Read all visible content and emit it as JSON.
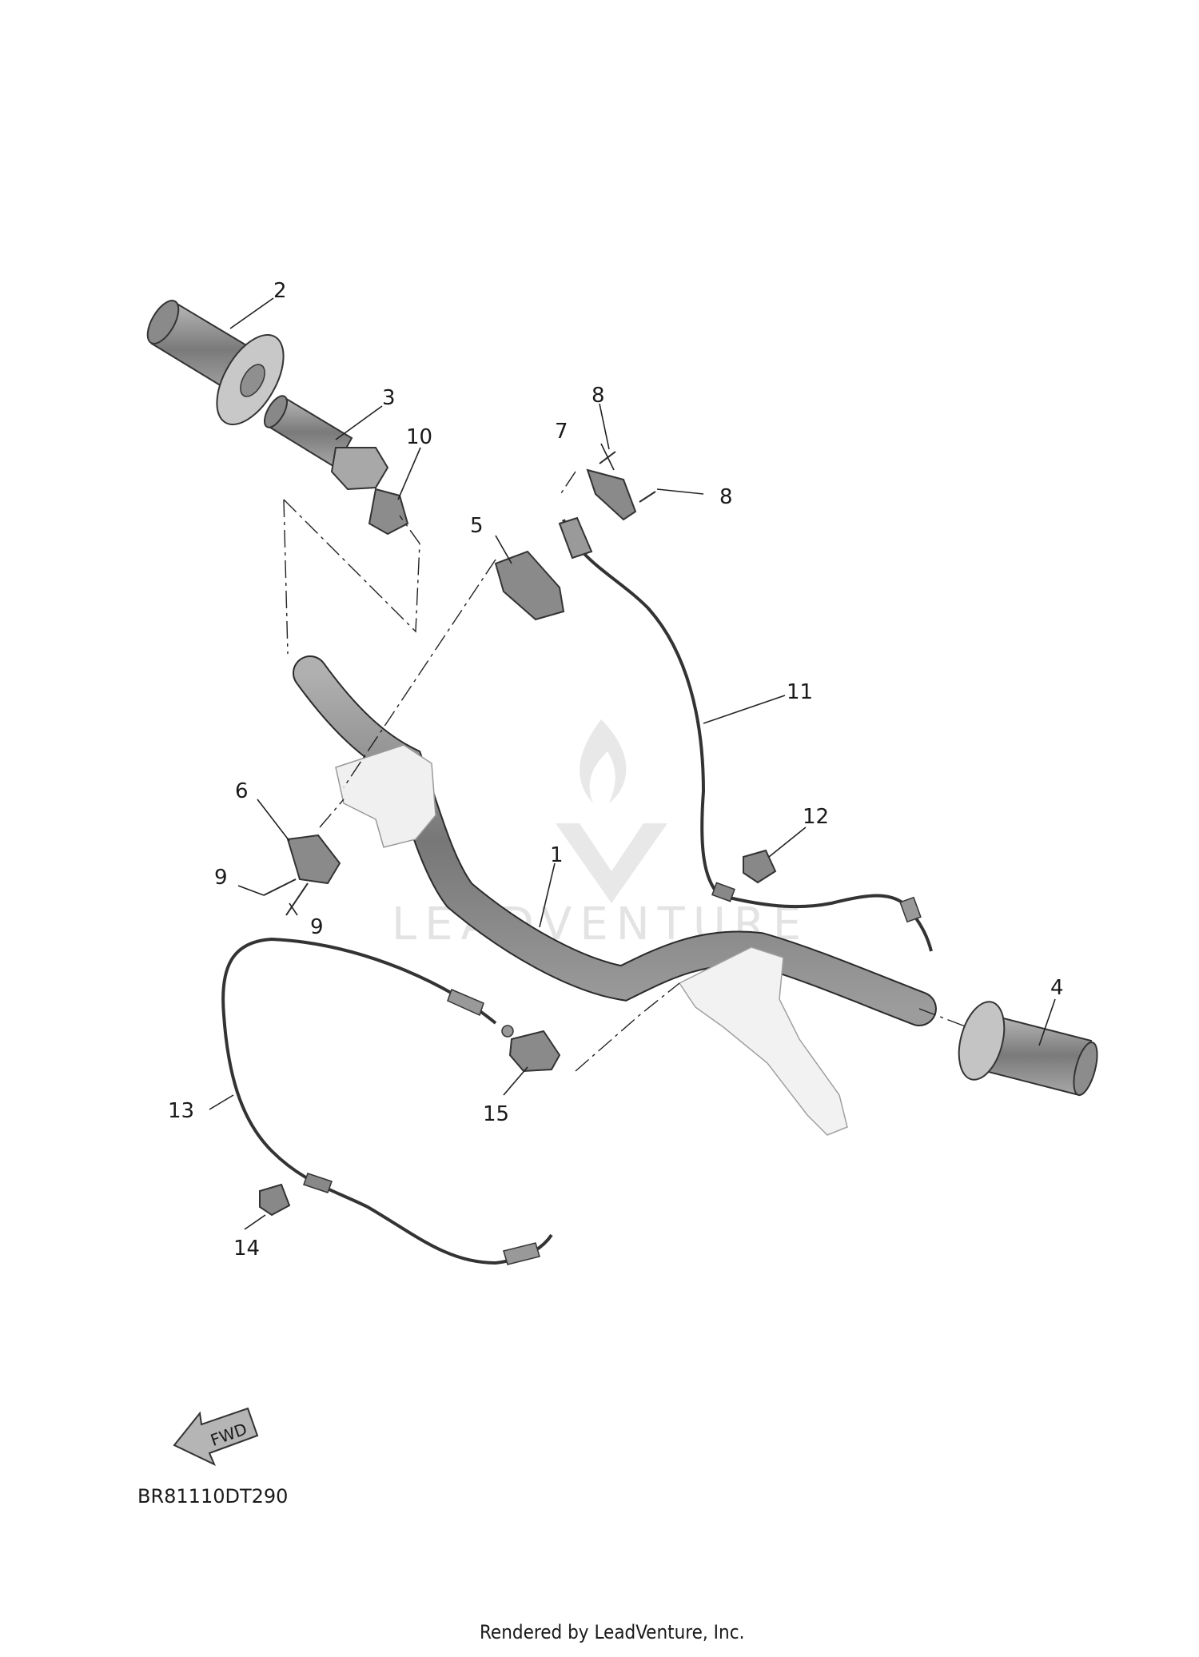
{
  "callouts": [
    {
      "id": "1",
      "label": "1"
    },
    {
      "id": "2",
      "label": "2"
    },
    {
      "id": "3",
      "label": "3"
    },
    {
      "id": "4",
      "label": "4"
    },
    {
      "id": "5",
      "label": "5"
    },
    {
      "id": "6",
      "label": "6"
    },
    {
      "id": "7",
      "label": "7"
    },
    {
      "id": "8a",
      "label": "8"
    },
    {
      "id": "8b",
      "label": "8"
    },
    {
      "id": "9a",
      "label": "9"
    },
    {
      "id": "9b",
      "label": "9"
    },
    {
      "id": "10",
      "label": "10"
    },
    {
      "id": "11",
      "label": "11"
    },
    {
      "id": "12",
      "label": "12"
    },
    {
      "id": "13",
      "label": "13"
    },
    {
      "id": "14",
      "label": "14"
    },
    {
      "id": "15",
      "label": "15"
    }
  ],
  "direction_arrow": {
    "label": "FWD",
    "icon": "fwd-arrow-icon"
  },
  "diagram_code": "BR81110DT290",
  "watermark": {
    "text": "LEADVENTURE",
    "icon": "leadventure-flame-logo"
  },
  "footer": "Rendered by LeadVenture, Inc.",
  "colors": {
    "part_fill": "#8c8c8c",
    "grip_fill": "#9a9a9a",
    "lever_fill": "#f2f2f2",
    "watermark": "#e3e3e3"
  }
}
